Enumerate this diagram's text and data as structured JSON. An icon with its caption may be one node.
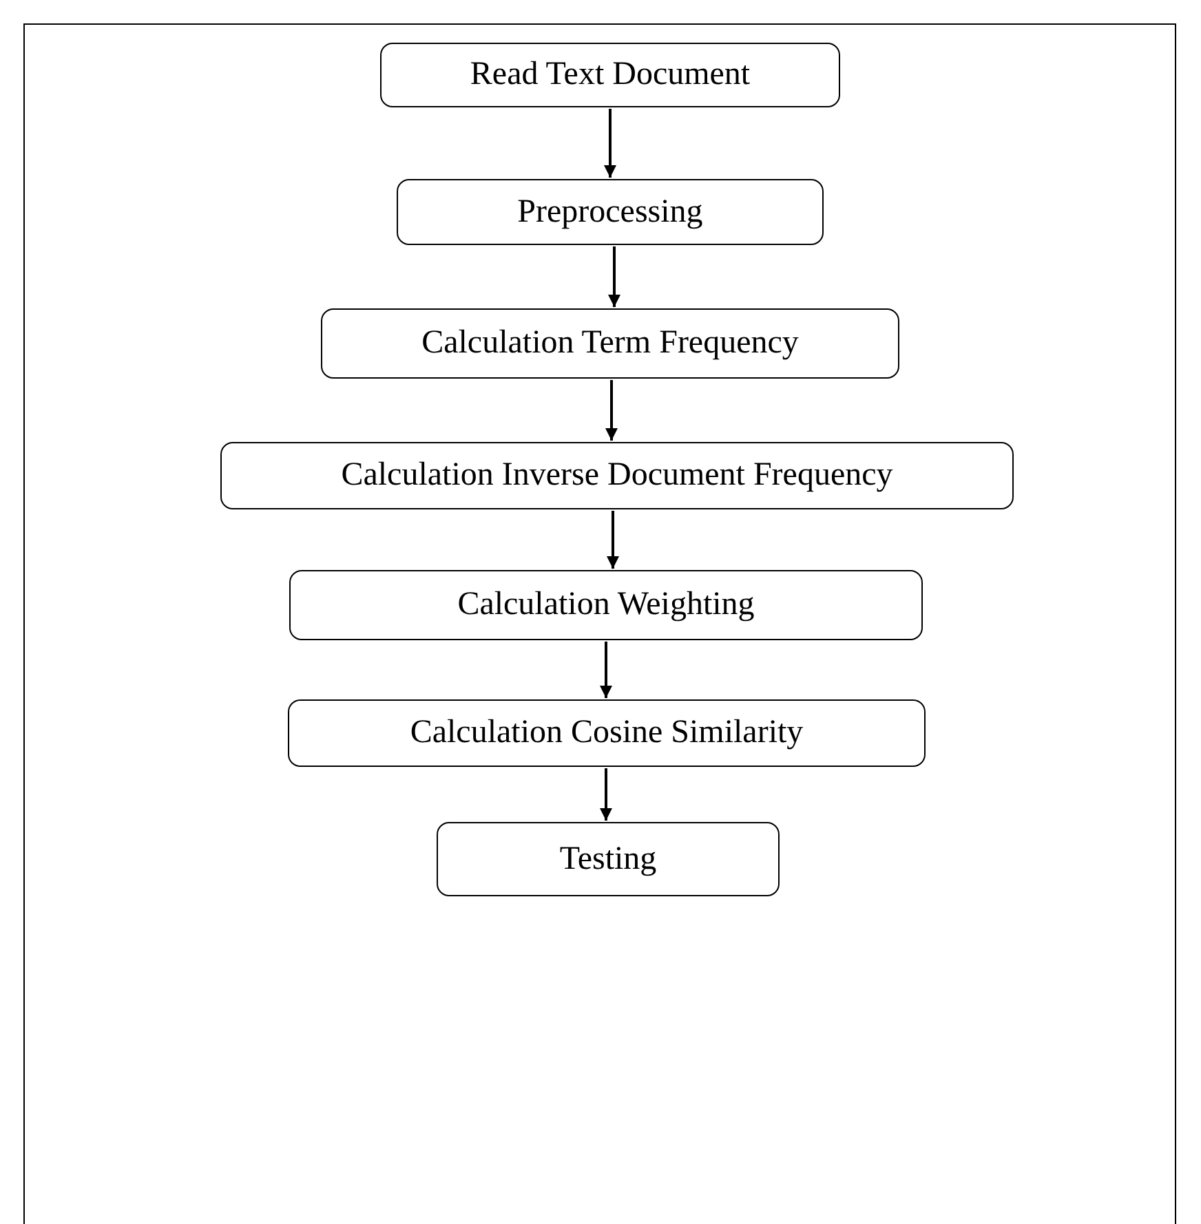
{
  "diagram": {
    "nodes": [
      {
        "text": [
          "Read Text Document"
        ]
      },
      {
        "text": [
          "Preprocessing"
        ]
      },
      {
        "text": [
          "Calculation Term Frequency"
        ]
      },
      {
        "text": [
          "Calculation Inverse Document Frequency"
        ]
      },
      {
        "text": [
          "Calculation Weighting"
        ]
      },
      {
        "text": [
          "Calculation Cosine Similarity"
        ]
      },
      {
        "text": [
          "Testing"
        ]
      }
    ],
    "edges": [
      {
        "from": 0,
        "to": 1,
        "arrow": "to"
      },
      {
        "from": 1,
        "to": 2,
        "arrow": "to"
      },
      {
        "from": 2,
        "to": 3,
        "arrow": "to"
      },
      {
        "from": 3,
        "to": 4,
        "arrow": "to"
      },
      {
        "from": 4,
        "to": 5,
        "arrow": "to"
      },
      {
        "from": 5,
        "to": 6,
        "arrow": "to"
      }
    ]
  }
}
